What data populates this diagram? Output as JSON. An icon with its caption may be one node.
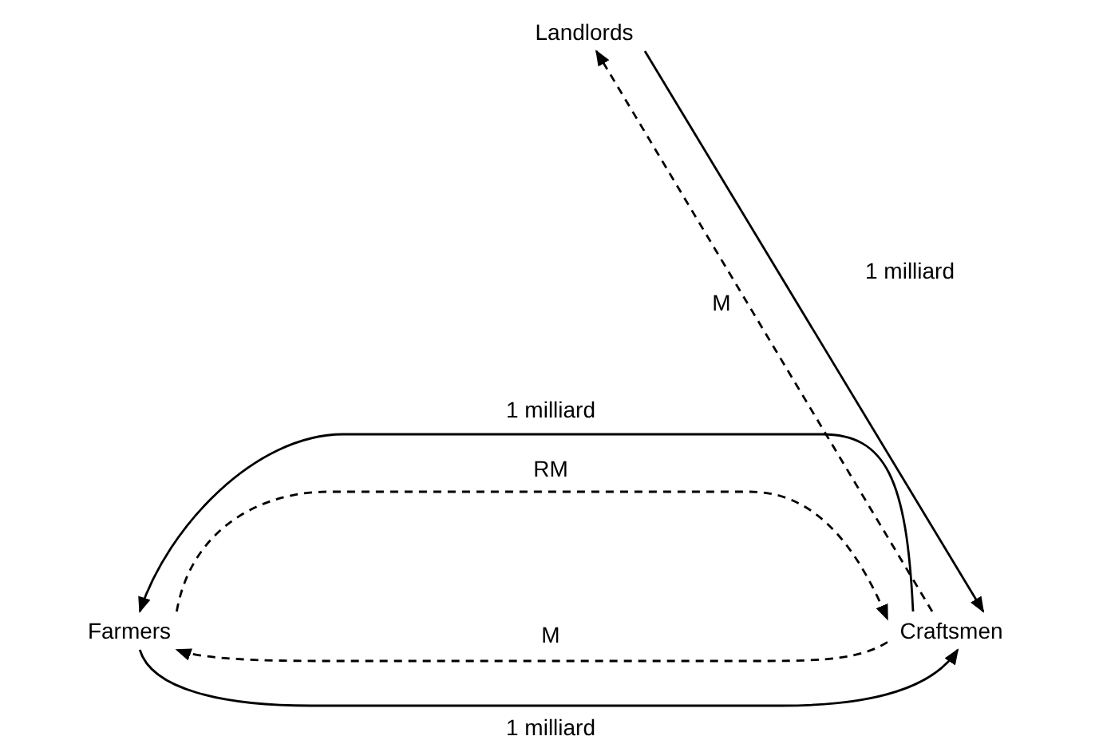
{
  "diagram": {
    "nodes": [
      {
        "text": [
          "Landlords"
        ]
      },
      {
        "text": [
          "Farmers"
        ]
      },
      {
        "text": [
          "Craftsmen"
        ]
      }
    ],
    "edges": [
      {
        "from": 0,
        "to": 2,
        "arrow": "to",
        "label": "1 milliard"
      },
      {
        "from": 2,
        "to": 0,
        "arrow": "to",
        "label": "M",
        "style": "dashed"
      },
      {
        "from": 2,
        "to": 1,
        "arrow": "to",
        "label": "1 milliard"
      },
      {
        "from": 1,
        "to": 2,
        "arrow": "to",
        "label": "RM",
        "style": "dashed"
      },
      {
        "from": 2,
        "to": 1,
        "arrow": "to",
        "label": "M",
        "style": "dashed"
      },
      {
        "from": 1,
        "to": 2,
        "arrow": "to",
        "label": "1 milliard"
      }
    ]
  }
}
